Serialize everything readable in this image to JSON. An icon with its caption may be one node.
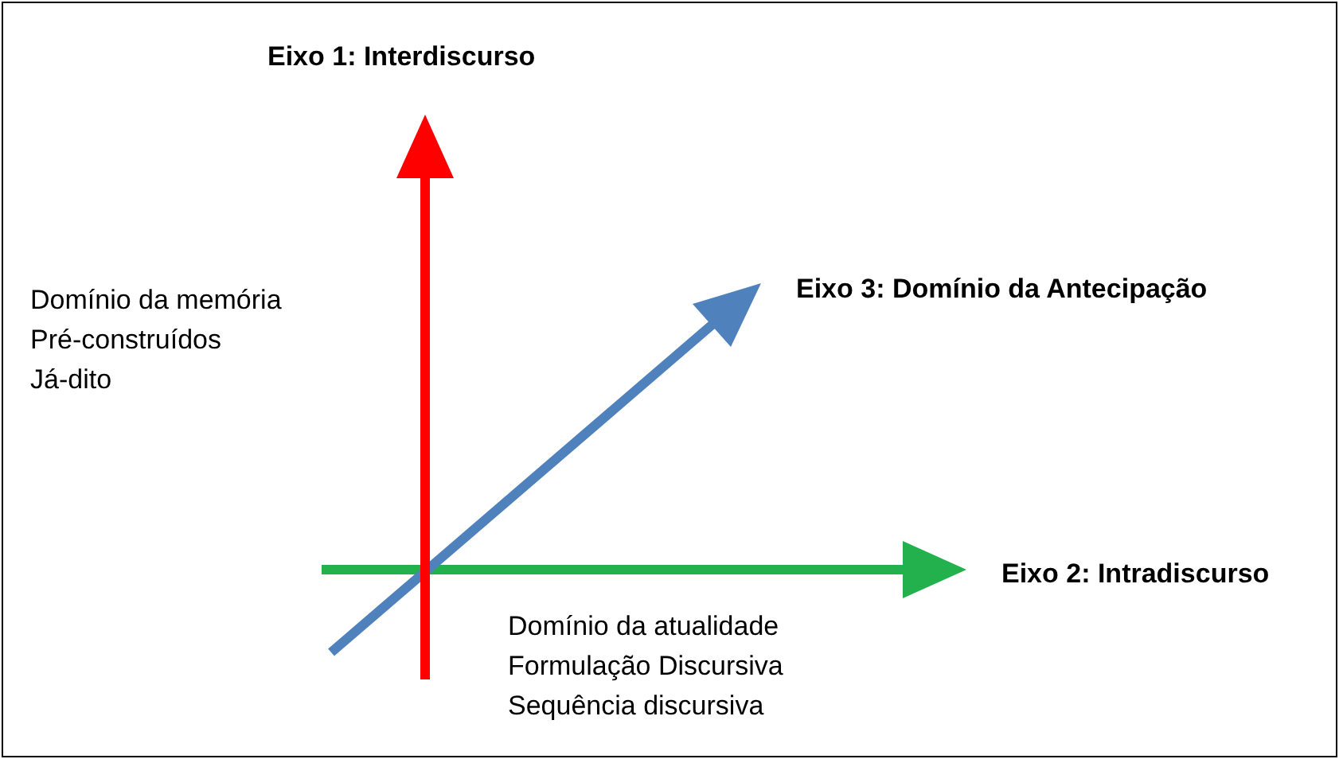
{
  "diagram": {
    "labels": [
      "Eixo 1: Interdiscurso",
      "Eixo 3: Domínio da Antecipação",
      "Domínio da memória",
      "Pré-construídos",
      "Já-dito",
      "Eixo 2: Intradiscurso",
      "Domínio da atualidade",
      "Formulação Discursiva",
      "Sequência discursiva"
    ]
  }
}
